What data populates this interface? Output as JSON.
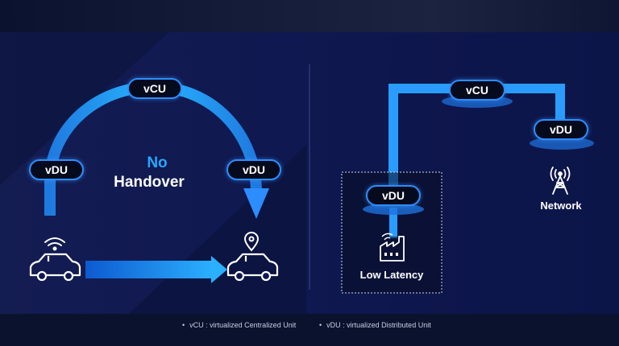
{
  "left": {
    "vcu": "vCU",
    "vdu_left": "vDU",
    "vdu_right": "vDU",
    "title_line1": "No",
    "title_line2": "Handover"
  },
  "right": {
    "vcu": "vCU",
    "vdu_edge": "vDU",
    "vdu_network": "vDU",
    "low_latency_label": "Low Latency",
    "network_label": "Network"
  },
  "footnotes": {
    "vcu": "vCU : virtualized Centralized Unit",
    "vdu": "vDU : virtualized Distributed Unit"
  },
  "colors": {
    "accent": "#2c8dff",
    "title_blue": "#27a6ff",
    "background": "#0f1850"
  },
  "icons": [
    "wifi-icon",
    "car-icon",
    "location-pin-icon",
    "factory-icon",
    "cell-tower-icon"
  ]
}
